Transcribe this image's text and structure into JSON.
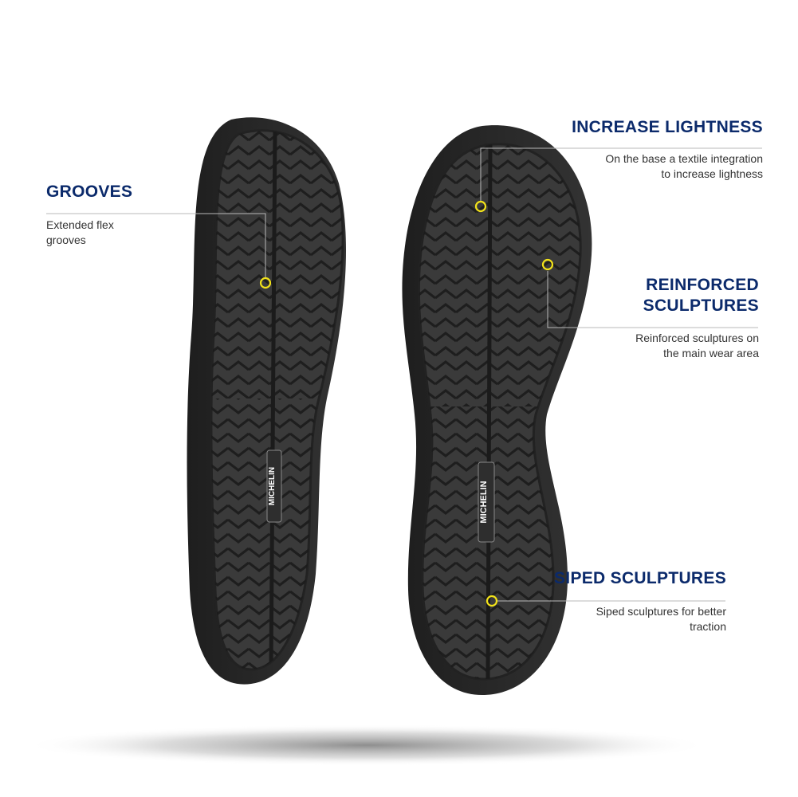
{
  "colors": {
    "heading": "#0b2a6b",
    "body_text": "#333333",
    "marker": "#f2e21a",
    "leader_line": "#b8b8b8",
    "sole_outer": "#2b2b2b",
    "sole_tread": "#3d3d3d",
    "tread_line": "#1b1b1b"
  },
  "logo": {
    "brand": "MICHELIN"
  },
  "callouts": {
    "grooves": {
      "title": "GROOVES",
      "text": "Extended flex\ngrooves"
    },
    "lightness": {
      "title": "INCREASE LIGHTNESS",
      "text": "On the base a textile integration\nto increase lightness"
    },
    "reinforced": {
      "title": "REINFORCED\nSCULPTURES",
      "text": "Reinforced sculptures on\nthe main wear area"
    },
    "siped": {
      "title": "SIPED SCULPTURES",
      "text": "Siped sculptures for better\ntraction"
    }
  }
}
